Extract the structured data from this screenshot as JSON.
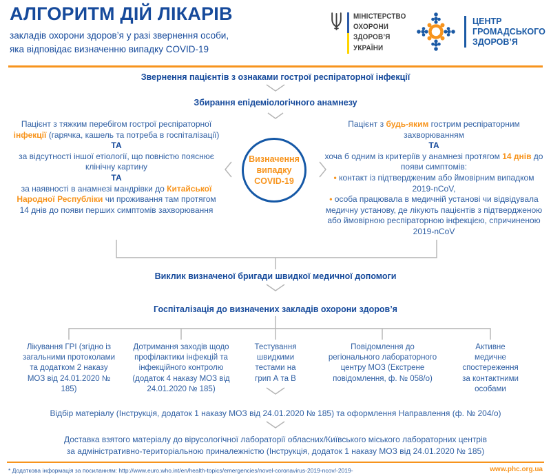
{
  "colors": {
    "accent_orange": "#f7941d",
    "title_blue": "#164a9b",
    "text_blue": "#2f5fa3",
    "connector_gray": "#b3b3b3",
    "circle_border_blue": "#1558a6",
    "moh_flag_blue": "#2d5ba8",
    "moh_flag_yellow": "#ffd500",
    "phc_blue": "#1b5aa5"
  },
  "header": {
    "title": "АЛГОРИТМ ДІЙ ЛІКАРІВ",
    "subtitle_line1": "закладів охорони здоров’я у разі звернення особи,",
    "subtitle_line2": "яка відповідає визначенню випадку COVID-19",
    "moh_logo": {
      "icon": "trident-icon",
      "lines": [
        "МІНІСТЕРСТВО",
        "ОХОРОНИ",
        "ЗДОРОВ’Я",
        "УКРАЇНИ"
      ]
    },
    "phc_logo": {
      "icon": "dots-diamond-icon",
      "lines": [
        "ЦЕНТР",
        "ГРОМАДСЬКОГО",
        "ЗДОРОВ’Я"
      ]
    }
  },
  "flow": {
    "step1": "Звернення пацієнтів з ознаками гострої респіраторної інфекції",
    "step2": "Збирання епідеміологічного анамнезу",
    "left_panel": [
      [
        {
          "t": "Пацієнт з тяжким перебігом гострої респіраторної "
        },
        {
          "t": "інфекції",
          "c": "hl"
        },
        {
          "t": " (гарячка, кашель та потреба в госпіталізації)"
        }
      ],
      [
        {
          "t": "ТА",
          "c": "and"
        }
      ],
      [
        {
          "t": "за відсутності іншої етіології, що повністю пояснює клінічну картину"
        }
      ],
      [
        {
          "t": "ТА",
          "c": "and"
        }
      ],
      [
        {
          "t": "за наявності в анамнезі мандрівки до "
        },
        {
          "t": "Китайської Народної Республіки",
          "c": "hl"
        },
        {
          "t": " чи проживання там протягом 14 днів до появи перших симптомів захворювання"
        }
      ]
    ],
    "circle": {
      "line1": "Визначення",
      "line2": "випадку",
      "line3": "COVID-19"
    },
    "right_panel": [
      [
        {
          "t": "Пацієнт з "
        },
        {
          "t": "будь-яким",
          "c": "hl"
        },
        {
          "t": " гострим респіраторним захворюванням"
        }
      ],
      [
        {
          "t": "ТА",
          "c": "and"
        }
      ],
      [
        {
          "t": "хоча б одним із критеріїв у анамнезі протягом "
        },
        {
          "t": "14 днів",
          "c": "hl"
        },
        {
          "t": " до появи симптомів:"
        }
      ],
      [
        {
          "t": "• ",
          "c": "hl"
        },
        {
          "t": "контакт із підтвердженим або ймовірним випадком 2019-nCoV,"
        }
      ],
      [
        {
          "t": "• ",
          "c": "hl"
        },
        {
          "t": "особа працювала в медичній установі чи відвідувала медичну установу, де лікують пацієнтів з підтвердженою або ймовірною респіраторною інфекцією, спричиненою 2019-nCoV"
        }
      ]
    ],
    "step3": "Виклик визначеної бригади швидкої медичної допомоги",
    "step4": "Госпіталізація до визначених закладів охорони здоров’я",
    "columns": [
      "Лікування ГРІ (згідно із загальними протоколами та додатком 2 наказу МОЗ від 24.01.2020 № 185)",
      "Дотримання заходів щодо профілактики інфекцій та інфекційного контролю (додаток 4 наказу МОЗ від 24.01.2020 № 185)",
      "Тестування швидкими тестами на грип А та В",
      "Повідомлення до регіонального лабораторного центру МОЗ (Екстрене повідомлення, ф. № 058/о)",
      "Активне медичне спостереження за контактними особами"
    ],
    "step5": "Відбір матеріалу (Інструкція, додаток 1 наказу МОЗ від 24.01.2020 № 185) та оформлення Направлення (ф. № 204/о)",
    "step6_line1": "Доставка взятого матеріалу до вірусологічної лабораторії обласних/Київського міського лабораторних центрів",
    "step6_line2": "за адміністративно-територіальною приналежністю (Інструкція, додаток 1 наказу МОЗ від 24.01.2020 № 185)"
  },
  "footer": {
    "note": "* Додаткова інформація за посиланням: http://www.euro.who.int/en/health-topics/emergencies/novel-coronavirus-2019-ncov/-2019-",
    "site": "www.phc.org.ua"
  }
}
